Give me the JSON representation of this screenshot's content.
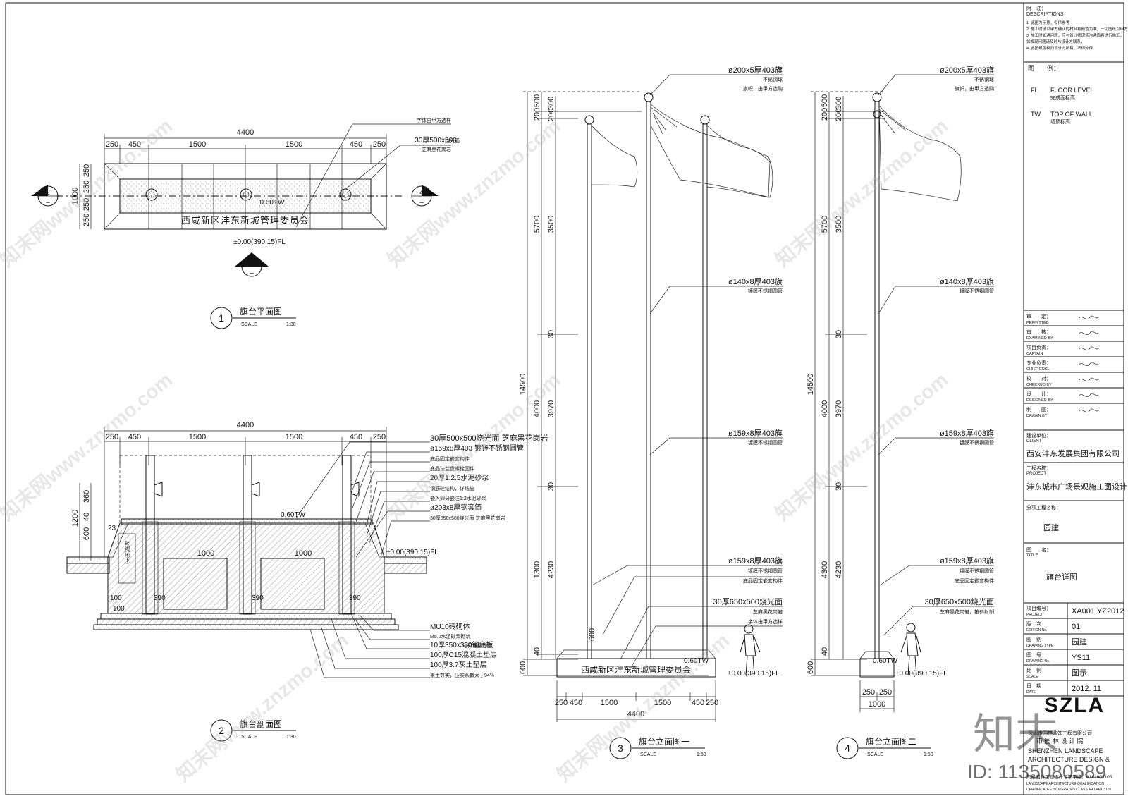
{
  "plan": {
    "dims_top": [
      "4400",
      "250",
      "450",
      "1500",
      "1500",
      "450",
      "250"
    ],
    "dims_left": [
      "1000",
      "250",
      "250",
      "250",
      "250"
    ],
    "callouts": [
      "字体由甲方选样",
      "30厚500x500",
      "烧光面",
      "芝麻黑花岗岩"
    ],
    "level_tw": "0.60TW",
    "level_fl": "±0.00(390.15)FL",
    "inscription": "西咸新区沣东新城管理委员会",
    "markers": [
      {
        "num": "2",
        "sub": "–"
      },
      {
        "num": "4",
        "sub": "–"
      },
      {
        "num": "3",
        "sub": "–"
      }
    ],
    "title_num": "1",
    "title": "旗台平面图",
    "scale_label": "SCALE",
    "scale": "1:30"
  },
  "section": {
    "dims_top": [
      "4400",
      "250",
      "450",
      "1500",
      "1500",
      "450",
      "250"
    ],
    "dims_left": [
      "1200",
      "360",
      "40",
      "600",
      "23"
    ],
    "inner_dims": [
      "1000",
      "1000",
      "100",
      "390",
      "390",
      "390",
      "100"
    ],
    "level_tw": "0.60TW",
    "level_fl": "±0.00(390.15)FL",
    "wall_text": "砖砌(地下)",
    "callouts": [
      "30厚500x500烧光面 芝麻黑花岗岩",
      "ø159x8厚403 镀锌不锈钢圆管",
      "底品固定嵌套构件",
      "底品法兰盘螺栓固件",
      "20厚1:2.5水泥砂浆",
      "钢筋砼结构，详结施",
      "嵌入卵分嵌注1:2水泥砂浆",
      "ø203x8厚钢套筒",
      "30厚650x500烧光面 芝麻黑花岗岩",
      "MU10砖砌体",
      "M5.0水泥砂浆砌筑",
      "10厚350x350钢底板",
      "与预埋件焊接",
      "100厚C15混凝土垫层",
      "100厚3.7灰土垫层",
      "素土夯实，压实系数大于94%"
    ],
    "title_num": "2",
    "title": "旗台剖面图",
    "scale_label": "SCALE",
    "scale": "1:30"
  },
  "elev1": {
    "dims_left_outer": [
      "14500",
      "600"
    ],
    "dims_left_mid": [
      "500",
      "200",
      "5700",
      "4000",
      "1300",
      "40"
    ],
    "dims_left_inner": [
      "300",
      "200",
      "3500",
      "30",
      "3970",
      "30",
      "4230",
      "600"
    ],
    "callouts": [
      "ø200x5厚403旗",
      "不锈钢球",
      "旗帜，由甲方选购",
      "ø140x8厚403旗",
      "镀膜不锈钢圆管",
      "ø159x8厚403旗",
      "镀膜不锈钢圆管",
      "ø159x8厚403旗",
      "镀膜不锈钢圆管",
      "底品固定嵌套构件",
      "30厚650x500烧光面",
      "芝麻黑花岗岩",
      "字体由甲方选样"
    ],
    "inscription": "西咸新区沣东新城管理委员会",
    "level_tw": "0.60TW",
    "level_fl": "±0.00(390.15)FL",
    "dims_bottom": [
      "250",
      "450",
      "1500",
      "1500",
      "450",
      "250"
    ],
    "dim_total": "4400",
    "title_num": "3",
    "title": "旗台立面图一",
    "scale_label": "SCALE",
    "scale": "1:50"
  },
  "elev2": {
    "dims_left_outer": [
      "14500",
      "600"
    ],
    "dims_left_mid": [
      "500",
      "200",
      "5700",
      "4000",
      "4300",
      "40"
    ],
    "dims_left_inner": [
      "300",
      "200",
      "3500",
      "30",
      "3970",
      "30",
      "4230"
    ],
    "callouts": [
      "ø200x5厚403旗",
      "不锈钢球",
      "旗帜，由甲方选购",
      "ø140x8厚403旗",
      "镀膜不锈钢圆管",
      "ø159x8厚403旗",
      "镀膜不锈钢圆管",
      "ø159x8厚403旗",
      "镀膜不锈钢圆管",
      "底品固定嵌套构件",
      "30厚650x500烧光面",
      "芝麻黑花岗岩，按斜射制"
    ],
    "level_tw": "0.60TW",
    "level_fl": "±0.00(390.15)FL",
    "dims_bottom": [
      "250",
      "250"
    ],
    "dim_total": "1000",
    "title_num": "4",
    "title": "旗台立面图二",
    "scale_label": "SCALE",
    "scale": "1:50"
  },
  "titleblock": {
    "notes_head": "附　注：",
    "notes_head_en": "DESCRIPTIONS",
    "notes": [
      "1. 此图为示意，仅供参考",
      "2. 施工时请以甲方确认的材料和颜色为准，一切图纸以甲方审核后为准",
      "3. 施工时如遇问题，应与设计师现场沟通后再进行施工，",
      "   如发现问题请及时与设计方联系，",
      "4. 此图纸版权归设计方所有，不得外传"
    ],
    "legend_head": "图　　例：",
    "legend": [
      {
        "code": "FL",
        "en": "FLOOR LEVEL",
        "cn": "完成面标高"
      },
      {
        "code": "TW",
        "en": "TOP OF WALL",
        "cn": "墙顶标高"
      }
    ],
    "roles": [
      {
        "cn": "审　　定：",
        "en": "PERMITTED"
      },
      {
        "cn": "审　　核：",
        "en": "EXAMINED BY"
      },
      {
        "cn": "项目负责：",
        "en": "CAPTAIN"
      },
      {
        "cn": "专业负责：",
        "en": "CHIEF ENGL"
      },
      {
        "cn": "校　　对：",
        "en": "CHECKED BY"
      },
      {
        "cn": "设　　计：",
        "en": "DESIGNED BY"
      },
      {
        "cn": "制　　图：",
        "en": "DRAWN BY"
      }
    ],
    "client_label": "建设单位：",
    "client_label_en": "CLIENT",
    "client": "西安沣东发展集团有限公司",
    "project_label": "工程名称：",
    "project_label_en": "PROJECT",
    "project": "沣东城市广场景观施工图设计",
    "sub_label": "分项工程名称：",
    "sub": "园建",
    "title_label": "图　　名：",
    "title_label_en": "TITLE",
    "drawing_title": "旗台详图",
    "rows": [
      {
        "cn": "项目编号：",
        "en": "PROJECT",
        "val": "XA001 YZ2012"
      },
      {
        "cn": "版　次",
        "en": "EDITION No.",
        "val": "01"
      },
      {
        "cn": "图　别",
        "en": "DRAWING TYPE",
        "val": "园建"
      },
      {
        "cn": "图　号",
        "en": "DRAWING No.",
        "val": "YS11"
      },
      {
        "cn": "比　例",
        "en": "SCALE",
        "val": "图示"
      },
      {
        "cn": "日　期",
        "en": "DATE",
        "val": "2012. 11"
      }
    ],
    "logo": "SZLA",
    "firm_cn_1": "深圳市园林装饰工程有限公司",
    "firm_cn_2": "市 园 林 设 计 院",
    "firm_en_1": "SHENZHEN LANDSCAPE",
    "firm_en_2": "ARCHITECTURE DESIGN &",
    "qual_cn": "风景园林工程设计专项甲级：A144003105",
    "qual_en": "LANDSCAPE ARCHITECTURE QUALIFICATION",
    "qual_en_2": "CERTIFICATES INTEGRATED CLASS A A144003105"
  },
  "watermark": {
    "text": "知末网www.znzmo.com",
    "brand": "知末",
    "id": "ID: 1135080589"
  }
}
